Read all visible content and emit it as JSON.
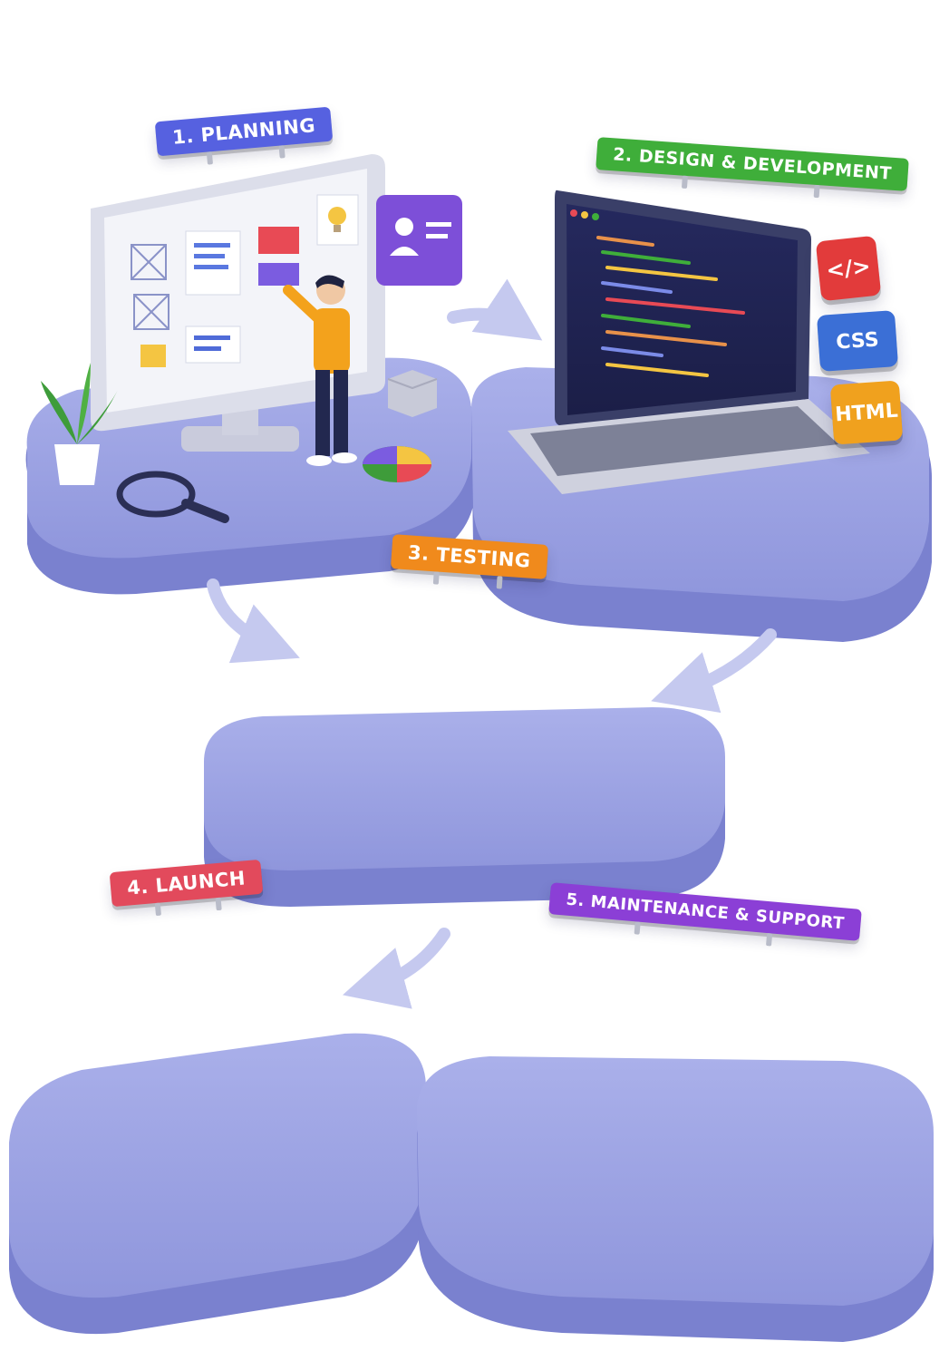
{
  "stages": [
    {
      "label": "1. PLANNING",
      "color": "#5661e0"
    },
    {
      "label": "2. DESIGN & DEVELOPMENT",
      "color": "#3fae3a"
    },
    {
      "label": "3. TESTING",
      "color": "#f08a1c"
    },
    {
      "label": "4. LAUNCH",
      "color": "#e24a5c"
    },
    {
      "label": "5. MAINTENANCE & SUPPORT",
      "color": "#8b3fd6"
    }
  ],
  "tech_badges": {
    "code": {
      "icon": "code-brackets-icon",
      "color": "#e23b3b"
    },
    "css": {
      "label": "CSS",
      "color": "#3b6fd6"
    },
    "html": {
      "label": "HTML",
      "color": "#f0a11e"
    }
  },
  "colors": {
    "platform": "#9ea4e0",
    "platform_side": "#7e85cf",
    "arrow": "#c9cdf0"
  }
}
